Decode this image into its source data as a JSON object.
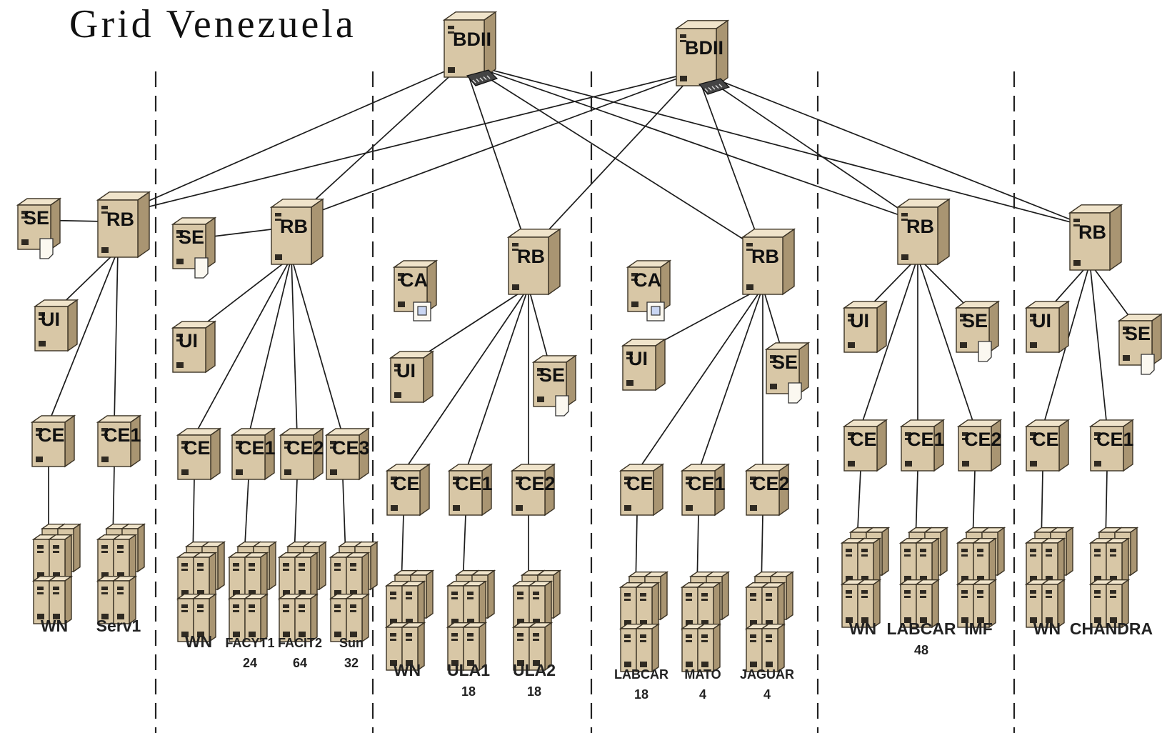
{
  "title": "Grid Venezuela",
  "diagram": {
    "bdii": [
      "BDII",
      "BDII"
    ],
    "sites": [
      {
        "rb": "RB",
        "se": "SE",
        "ui": "UI",
        "ces": [
          "CE",
          "CE1"
        ],
        "wns": [
          {
            "name": "WN",
            "count": ""
          },
          {
            "name": "Serv1",
            "count": ""
          }
        ]
      },
      {
        "rb": "RB",
        "se": "SE",
        "ui": "UI",
        "ces": [
          "CE",
          "CE1",
          "CE2",
          "CE3"
        ],
        "wns": [
          {
            "name": "WN",
            "count": ""
          },
          {
            "name": "FACYT1",
            "count": "24"
          },
          {
            "name": "FACIT2",
            "count": "64"
          },
          {
            "name": "Sun",
            "count": "32"
          }
        ]
      },
      {
        "rb": "RB",
        "ca": "CA",
        "se": "SE",
        "ui": "UI",
        "ces": [
          "CE",
          "CE1",
          "CE2"
        ],
        "wns": [
          {
            "name": "WN",
            "count": ""
          },
          {
            "name": "ULA1",
            "count": "18"
          },
          {
            "name": "ULA2",
            "count": "18"
          }
        ]
      },
      {
        "rb": "RB",
        "ca": "CA",
        "se": "SE",
        "ui": "UI",
        "ces": [
          "CE",
          "CE1",
          "CE2"
        ],
        "wns": [
          {
            "name": "LABCAR",
            "count": "18"
          },
          {
            "name": "MATO",
            "count": "4"
          },
          {
            "name": "JAGUAR",
            "count": "4"
          }
        ]
      },
      {
        "rb": "RB",
        "se": "SE",
        "ui": "UI",
        "ces": [
          "CE",
          "CE1",
          "CE2"
        ],
        "wns": [
          {
            "name": "WN",
            "count": ""
          },
          {
            "name": "LABCAR",
            "count": "48"
          },
          {
            "name": "IMF",
            "count": ""
          }
        ]
      },
      {
        "rb": "RB",
        "se": "SE",
        "ui": "UI",
        "ces": [
          "CE",
          "CE1"
        ],
        "wns": [
          {
            "name": "WN",
            "count": ""
          },
          {
            "name": "CHANDRA",
            "count": ""
          }
        ]
      }
    ]
  }
}
